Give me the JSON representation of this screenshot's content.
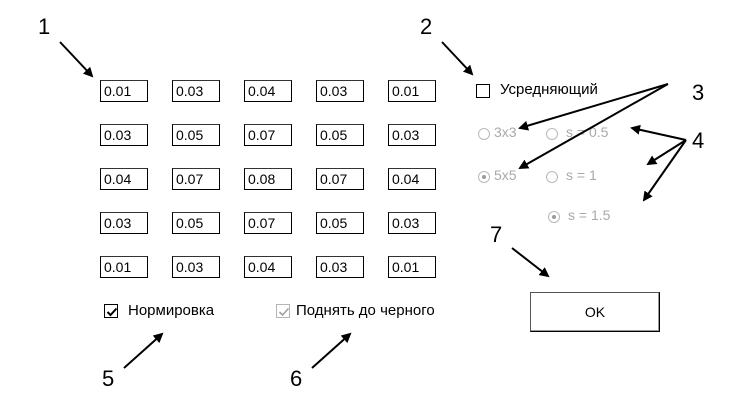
{
  "callouts": [
    "1",
    "2",
    "3",
    "4",
    "5",
    "6",
    "7"
  ],
  "kernel": [
    [
      "0.01",
      "0.03",
      "0.04",
      "0.03",
      "0.01"
    ],
    [
      "0.03",
      "0.05",
      "0.07",
      "0.05",
      "0.03"
    ],
    [
      "0.04",
      "0.07",
      "0.08",
      "0.07",
      "0.04"
    ],
    [
      "0.03",
      "0.05",
      "0.07",
      "0.05",
      "0.03"
    ],
    [
      "0.01",
      "0.03",
      "0.04",
      "0.03",
      "0.01"
    ]
  ],
  "averaging": {
    "label": "Усредняющий",
    "checked": false
  },
  "size_options": [
    {
      "label": "3x3",
      "selected": false,
      "enabled": false
    },
    {
      "label": "5x5",
      "selected": true,
      "enabled": false
    }
  ],
  "sigma_options": [
    {
      "label": "s = 0.5",
      "selected": false,
      "enabled": false
    },
    {
      "label": "s = 1",
      "selected": false,
      "enabled": false
    },
    {
      "label": "s = 1.5",
      "selected": true,
      "enabled": false
    }
  ],
  "normalize": {
    "label": "Нормировка",
    "checked": true
  },
  "raise_to_black": {
    "label": "Поднять до черного",
    "checked": true,
    "enabled": false
  },
  "ok_label": "OK"
}
